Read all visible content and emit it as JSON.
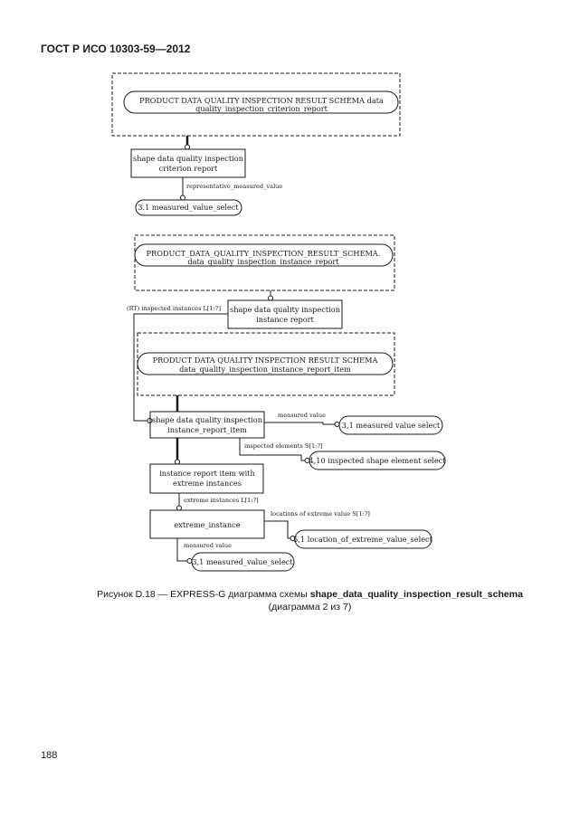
{
  "header": "ГОСТ Р ИСО 10303-59—2012",
  "page_number": "188",
  "caption": {
    "prefix": "Рисунок D.18 — EXPRESS-G диаграмма схемы ",
    "schema": "shape_data_quality_inspection_result_schema",
    "line2": "(диаграмма 2 из 7)"
  },
  "diagram": {
    "ref_1": [
      "PRODUCT  DATA  QUALITY  INSPECTION  RESULT  SCHEMA  data",
      "quality_inspection_criterion_report"
    ],
    "entity_1": [
      "shape  data  quality  inspection",
      "criterion  report"
    ],
    "attr_1": "representative_measured_value",
    "select_1": "3.1  measured_value_select",
    "ref_2": [
      "PRODUCT_DATA_QUALITY_INSPECTION_RESULT_SCHEMA.",
      "data_quality_inspection_instance_report"
    ],
    "attr_2": "(RT) inspected  instances  L[1:?]",
    "entity_2": [
      "shape  data  quality  inspection",
      "instance  report"
    ],
    "ref_3": [
      "PRODUCT  DATA  QUALITY  INSPECTION  RESULT  SCHEMA",
      "data_quality_inspection_instance_report_item"
    ],
    "entity_3": [
      "shape  data  quality  inspection",
      "instance_report_item"
    ],
    "attr_3": "measured  value",
    "select_2": "3,1  measured  value  select",
    "attr_4": "inspected  elements  S[1:?]",
    "select_3": "4,10  inspected  shape  element  select",
    "entity_4": [
      "instance  report  item  with",
      "extreme  instances"
    ],
    "attr_5": "extreme  instances  L[1:?]",
    "entity_5": "extreme_instance",
    "attr_6": "locations  of  extreme  value  S[1:?]",
    "select_4": "5,1  location_of_extreme_value_select",
    "attr_7": "measured  value",
    "select_5": "3,1  measured_value_select"
  }
}
